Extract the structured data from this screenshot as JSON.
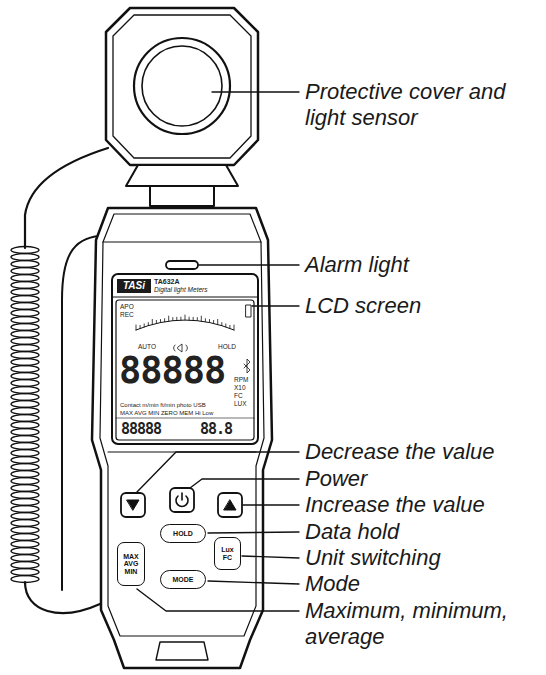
{
  "diagram": {
    "nodes": [
      {
        "text": [
          "TASi"
        ]
      },
      {
        "text": [
          "HOLD"
        ]
      },
      {
        "text": [
          "Lux FC"
        ]
      },
      {
        "text": [
          "MAX AVG MIN"
        ]
      },
      {
        "text": [
          "MODE"
        ]
      }
    ],
    "labels": [
      "Protective cover and light sensor",
      "Alarm light",
      "LCD screen",
      "Decrease the value",
      "Power",
      "Increase the value",
      "Data hold",
      "Unit switching",
      "Mode",
      "Maximum, minimum, average",
      "TA632A",
      "Digital light Meters",
      "APO",
      "REC",
      "AUTO",
      "HOLD",
      "88888",
      "RPM",
      "X10",
      "FC",
      "LUX",
      "Contact m/min ft/min photo USB",
      "MAX AVG MIN ZERO MEM Hi Low",
      "88888",
      "88.8"
    ]
  }
}
